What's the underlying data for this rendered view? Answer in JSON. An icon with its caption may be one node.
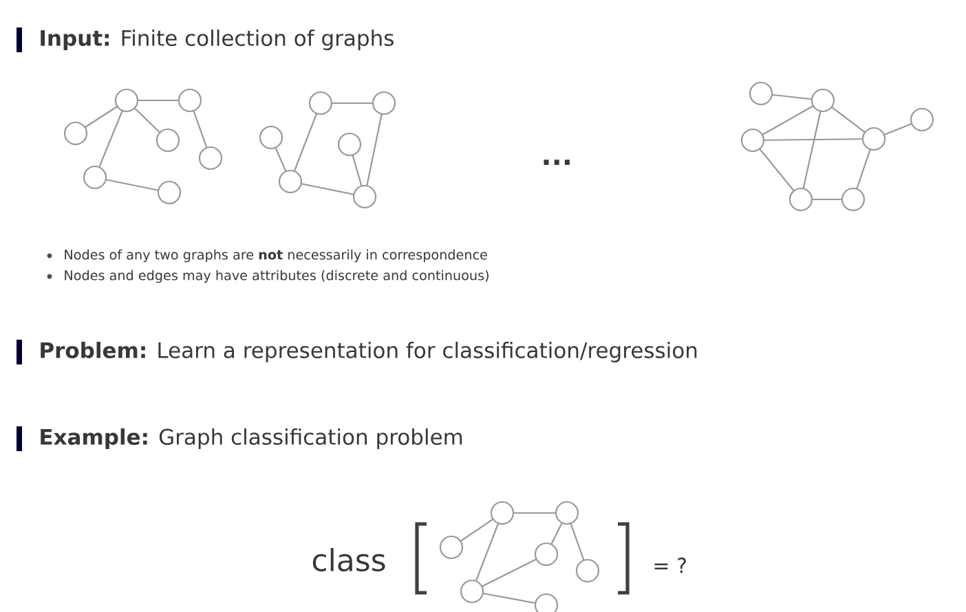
{
  "diagram": {
    "labels": [
      "**Input:** Finite collection of graphs",
      "...",
      "Nodes of any two graphs are **not** necessarily in correspondence",
      "Nodes and edges may have attributes (discrete and continuous)",
      "**Problem:** Learn a representation for classification/regression",
      "**Example:** Graph classification problem",
      "class",
      "= ?"
    ]
  }
}
